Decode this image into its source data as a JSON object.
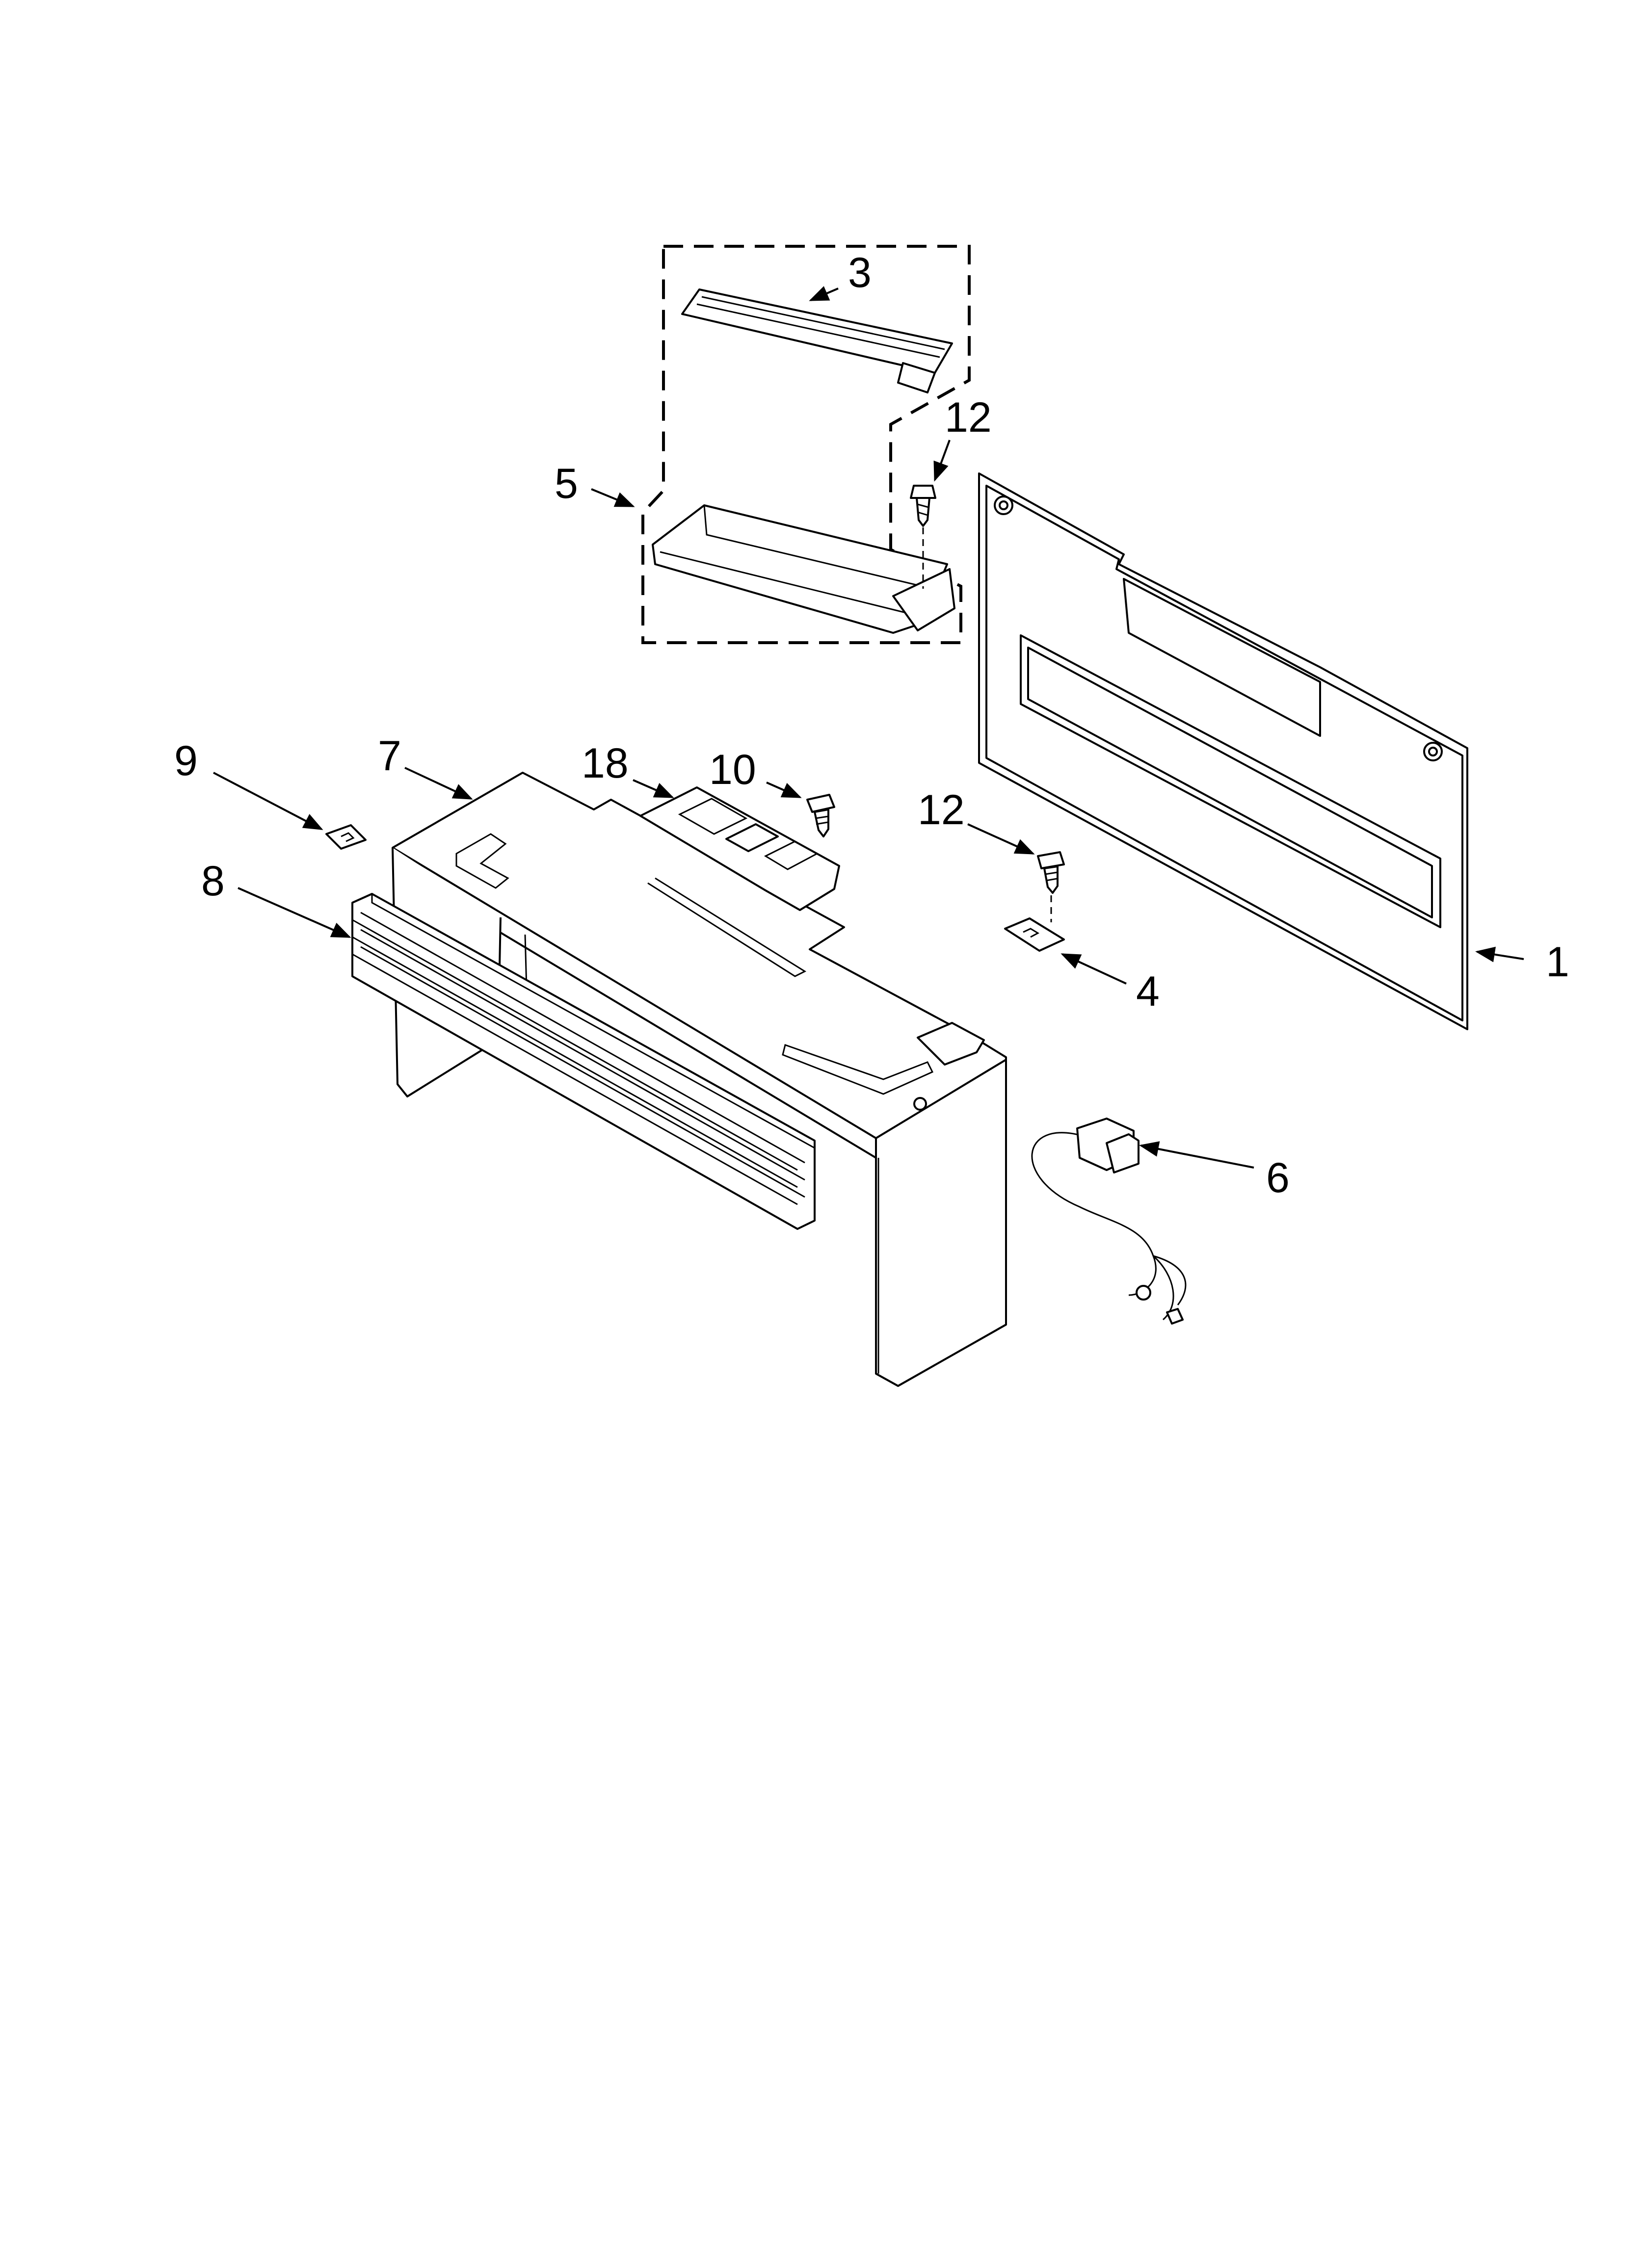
{
  "diagram": {
    "type": "exploded-parts-view",
    "callouts": [
      {
        "id": "c1",
        "label": "1"
      },
      {
        "id": "c3",
        "label": "3"
      },
      {
        "id": "c4",
        "label": "4"
      },
      {
        "id": "c5",
        "label": "5"
      },
      {
        "id": "c6",
        "label": "6"
      },
      {
        "id": "c7",
        "label": "7"
      },
      {
        "id": "c8",
        "label": "8"
      },
      {
        "id": "c9",
        "label": "9"
      },
      {
        "id": "c10",
        "label": "10"
      },
      {
        "id": "c12a",
        "label": "12"
      },
      {
        "id": "c12b",
        "label": "12"
      },
      {
        "id": "c18",
        "label": "18"
      }
    ]
  }
}
